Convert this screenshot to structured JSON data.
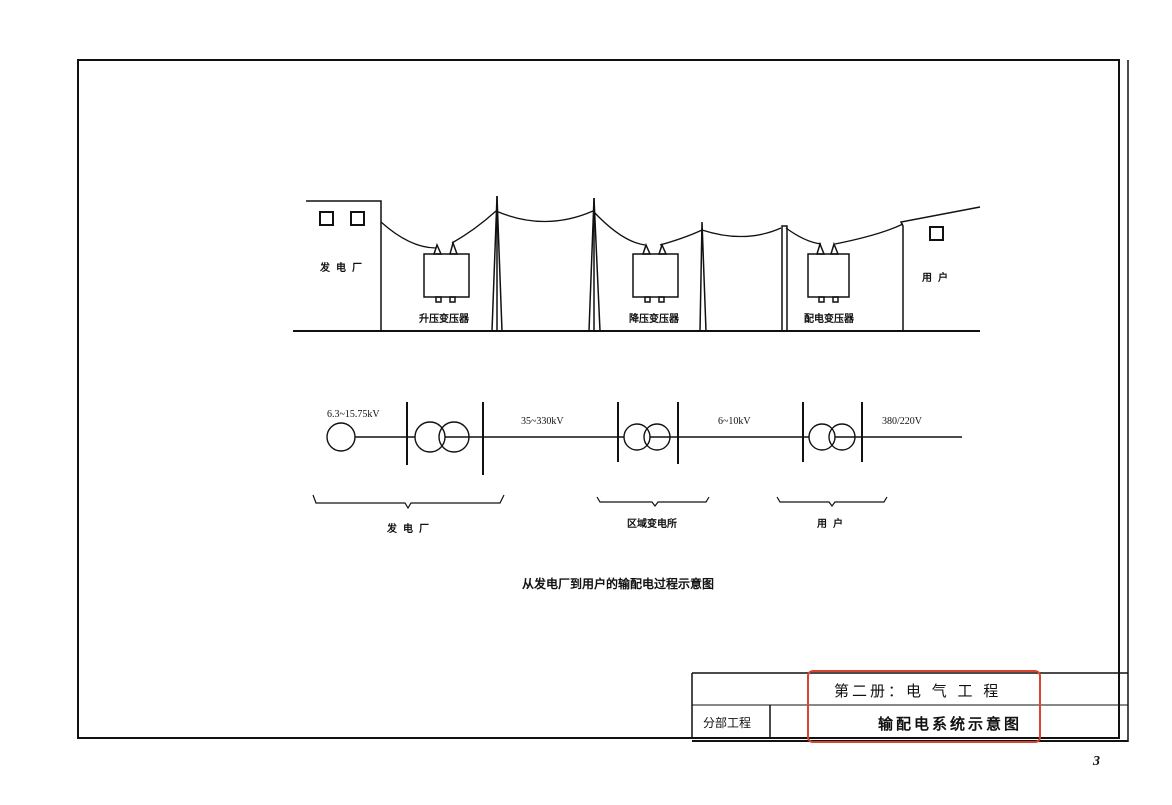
{
  "pictorial": {
    "power_plant_label": "发电厂",
    "user_label": "用户",
    "transformers": [
      {
        "label": "升压变压器"
      },
      {
        "label": "降压变压器"
      },
      {
        "label": "配电变压器"
      }
    ]
  },
  "single_line": {
    "voltages": [
      "6.3~15.75kV",
      "35~330kV",
      "6~10kV",
      "380/220V"
    ],
    "groups": [
      {
        "label": "发电厂"
      },
      {
        "label": "区域变电所"
      },
      {
        "label": "用户"
      }
    ]
  },
  "caption": "从发电厂到用户的输配电过程示意图",
  "title_block": {
    "volume": "第二册：电 气 工 程",
    "division_label": "分部工程",
    "drawing_name": "输配电系统示意图",
    "highlight_color": "#d9442f"
  },
  "page_number": "3"
}
